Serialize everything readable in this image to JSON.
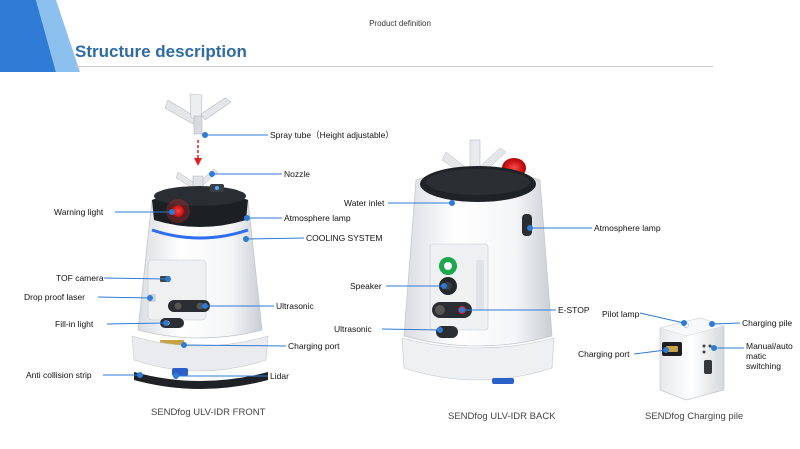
{
  "header": {
    "small_title": "Product definition",
    "section_title": "Structure description"
  },
  "colors": {
    "accent": "#2e6aa6",
    "leader": "#2f7bd6"
  },
  "labels": {
    "spray_tube": "Spray tube（Height adjustable）",
    "nozzle": "Nozzle",
    "warning_light": "Warning light",
    "atmosphere_lamp_front": "Atmosphere lamp",
    "cooling_system": "COOLING SYSTEM",
    "tof_camera": "TOF camera",
    "drop_proof_laser": "Drop proof laser",
    "ultrasonic_front": "Ultrasonic",
    "fill_in_light": "Fill-in light",
    "charging_port_front": "Charging port",
    "anti_collision_strip": "Anti collision strip",
    "lidar": "Lidar",
    "water_inlet": "Water inlet",
    "atmosphere_lamp_back": "Atmosphere lamp",
    "speaker": "Speaker",
    "e_stop": "E-STOP",
    "ultrasonic_back": "Ultrasonic",
    "pilot_lamp": "Pilot lamp",
    "charging_pile_label": "Charging pile",
    "charging_port_pile": "Charging port",
    "manual_auto_switching": "Manual/auto matic switching"
  },
  "captions": {
    "front": "SENDfog ULV-IDR FRONT",
    "back": "SENDfog ULV-IDR BACK",
    "pile": "SENDfog Charging pile"
  }
}
